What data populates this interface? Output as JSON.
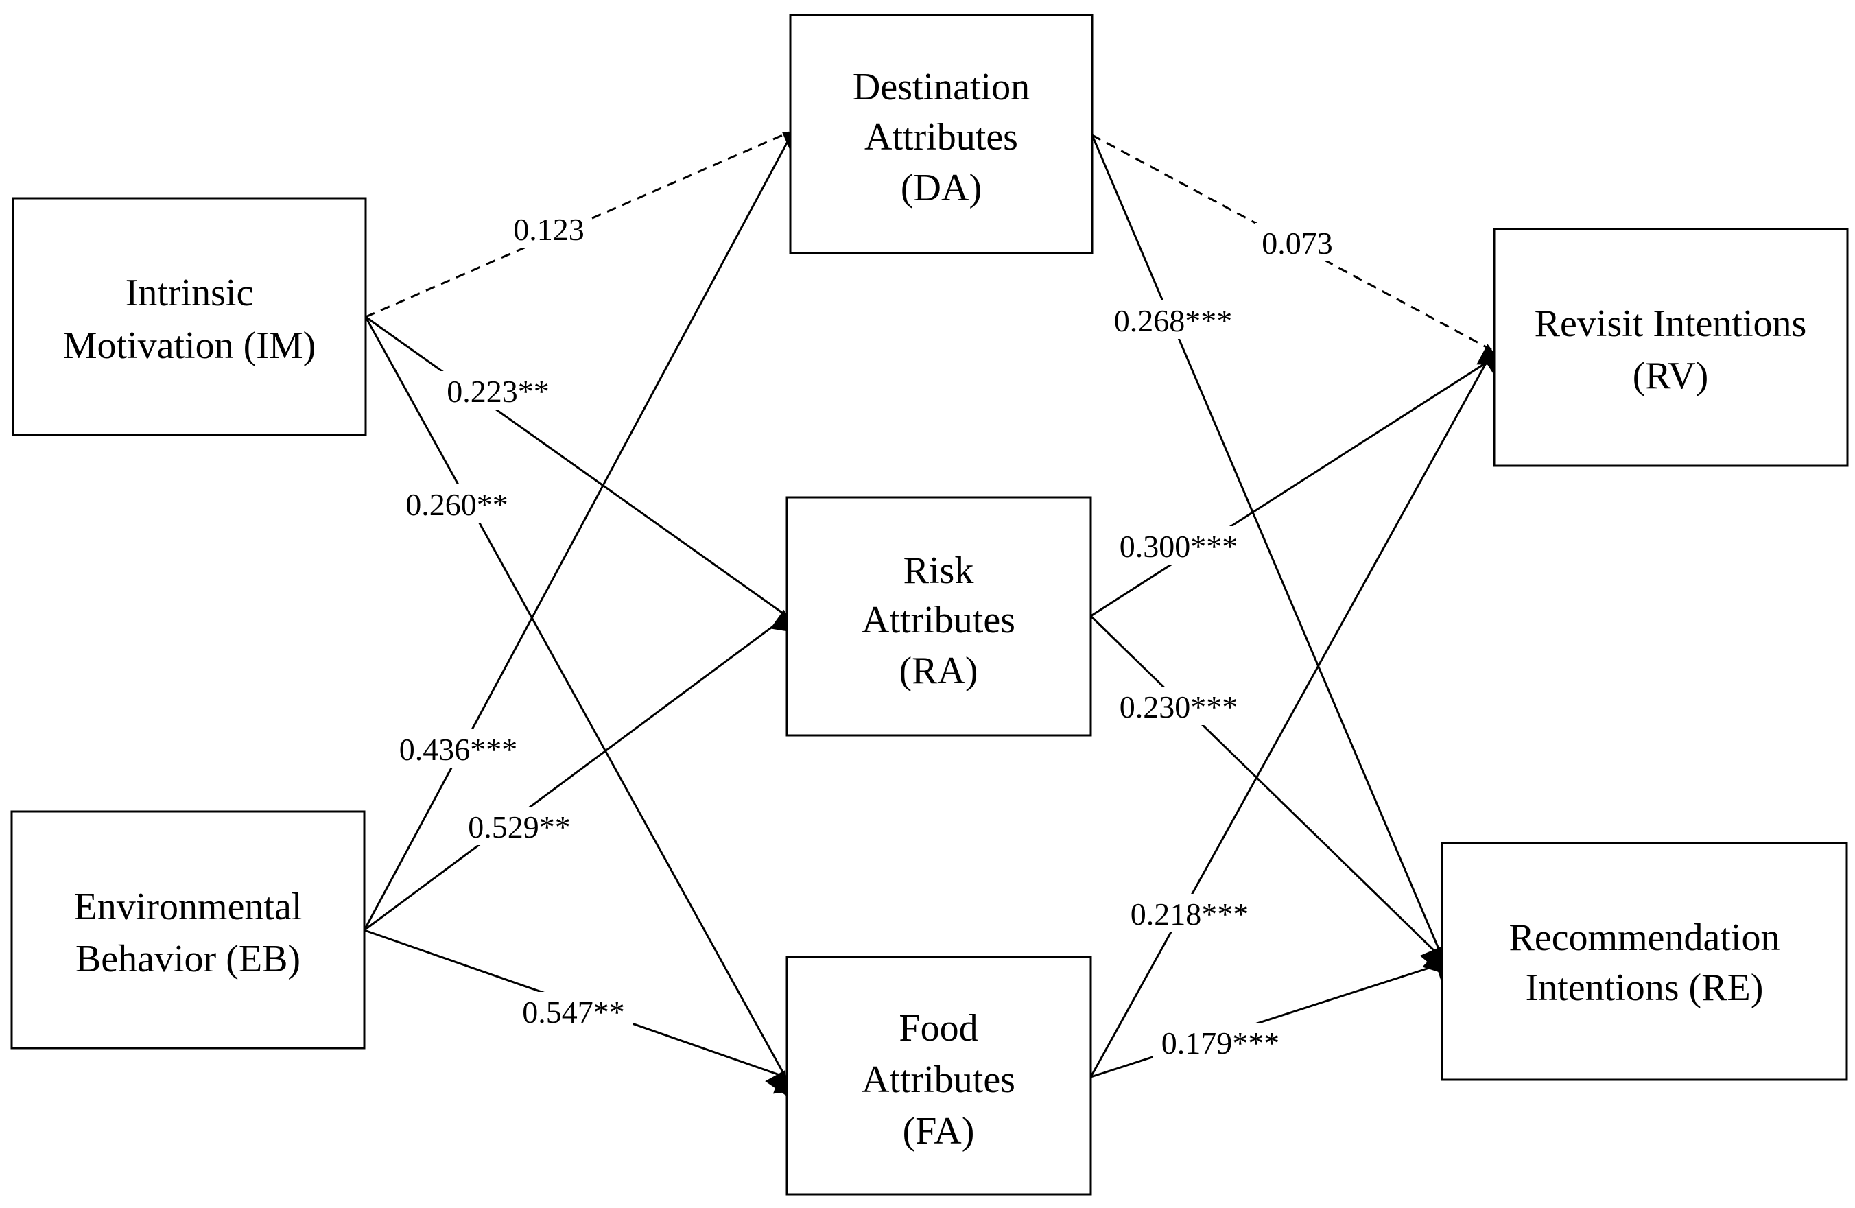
{
  "diagram": {
    "nodes": {
      "im": {
        "lines": [
          "Intrinsic",
          "Motivation (IM)"
        ]
      },
      "eb": {
        "lines": [
          "Environmental",
          "Behavior (EB)"
        ]
      },
      "da": {
        "lines": [
          "Destination",
          "Attributes",
          "(DA)"
        ]
      },
      "ra": {
        "lines": [
          "Risk",
          "Attributes",
          "(RA)"
        ]
      },
      "fa": {
        "lines": [
          "Food",
          "Attributes",
          "(FA)"
        ]
      },
      "rv": {
        "lines": [
          "Revisit Intentions",
          "(RV)"
        ]
      },
      "re": {
        "lines": [
          "Recommendation",
          "Intentions (RE)"
        ]
      }
    },
    "paths": {
      "im_da": {
        "from": "IM",
        "to": "DA",
        "coefficient": "0.123",
        "style": "dashed"
      },
      "im_ra": {
        "from": "IM",
        "to": "RA",
        "coefficient": "0.223**",
        "style": "solid"
      },
      "im_fa": {
        "from": "IM",
        "to": "FA",
        "coefficient": "0.260**",
        "style": "solid"
      },
      "eb_da": {
        "from": "EB",
        "to": "DA",
        "coefficient": "0.436***",
        "style": "solid"
      },
      "eb_ra": {
        "from": "EB",
        "to": "RA",
        "coefficient": "0.529**",
        "style": "solid"
      },
      "eb_fa": {
        "from": "EB",
        "to": "FA",
        "coefficient": "0.547**",
        "style": "solid"
      },
      "da_rv": {
        "from": "DA",
        "to": "RV",
        "coefficient": "0.073",
        "style": "dashed"
      },
      "da_re": {
        "from": "DA",
        "to": "RE",
        "coefficient": "0.268***",
        "style": "solid"
      },
      "ra_rv": {
        "from": "RA",
        "to": "RV",
        "coefficient": "0.300***",
        "style": "solid"
      },
      "ra_re": {
        "from": "RA",
        "to": "RE",
        "coefficient": "0.230***",
        "style": "solid"
      },
      "fa_rv": {
        "from": "FA",
        "to": "RV",
        "coefficient": "0.218***",
        "style": "solid"
      },
      "fa_re": {
        "from": "FA",
        "to": "RE",
        "coefficient": "0.179***",
        "style": "solid"
      }
    }
  }
}
